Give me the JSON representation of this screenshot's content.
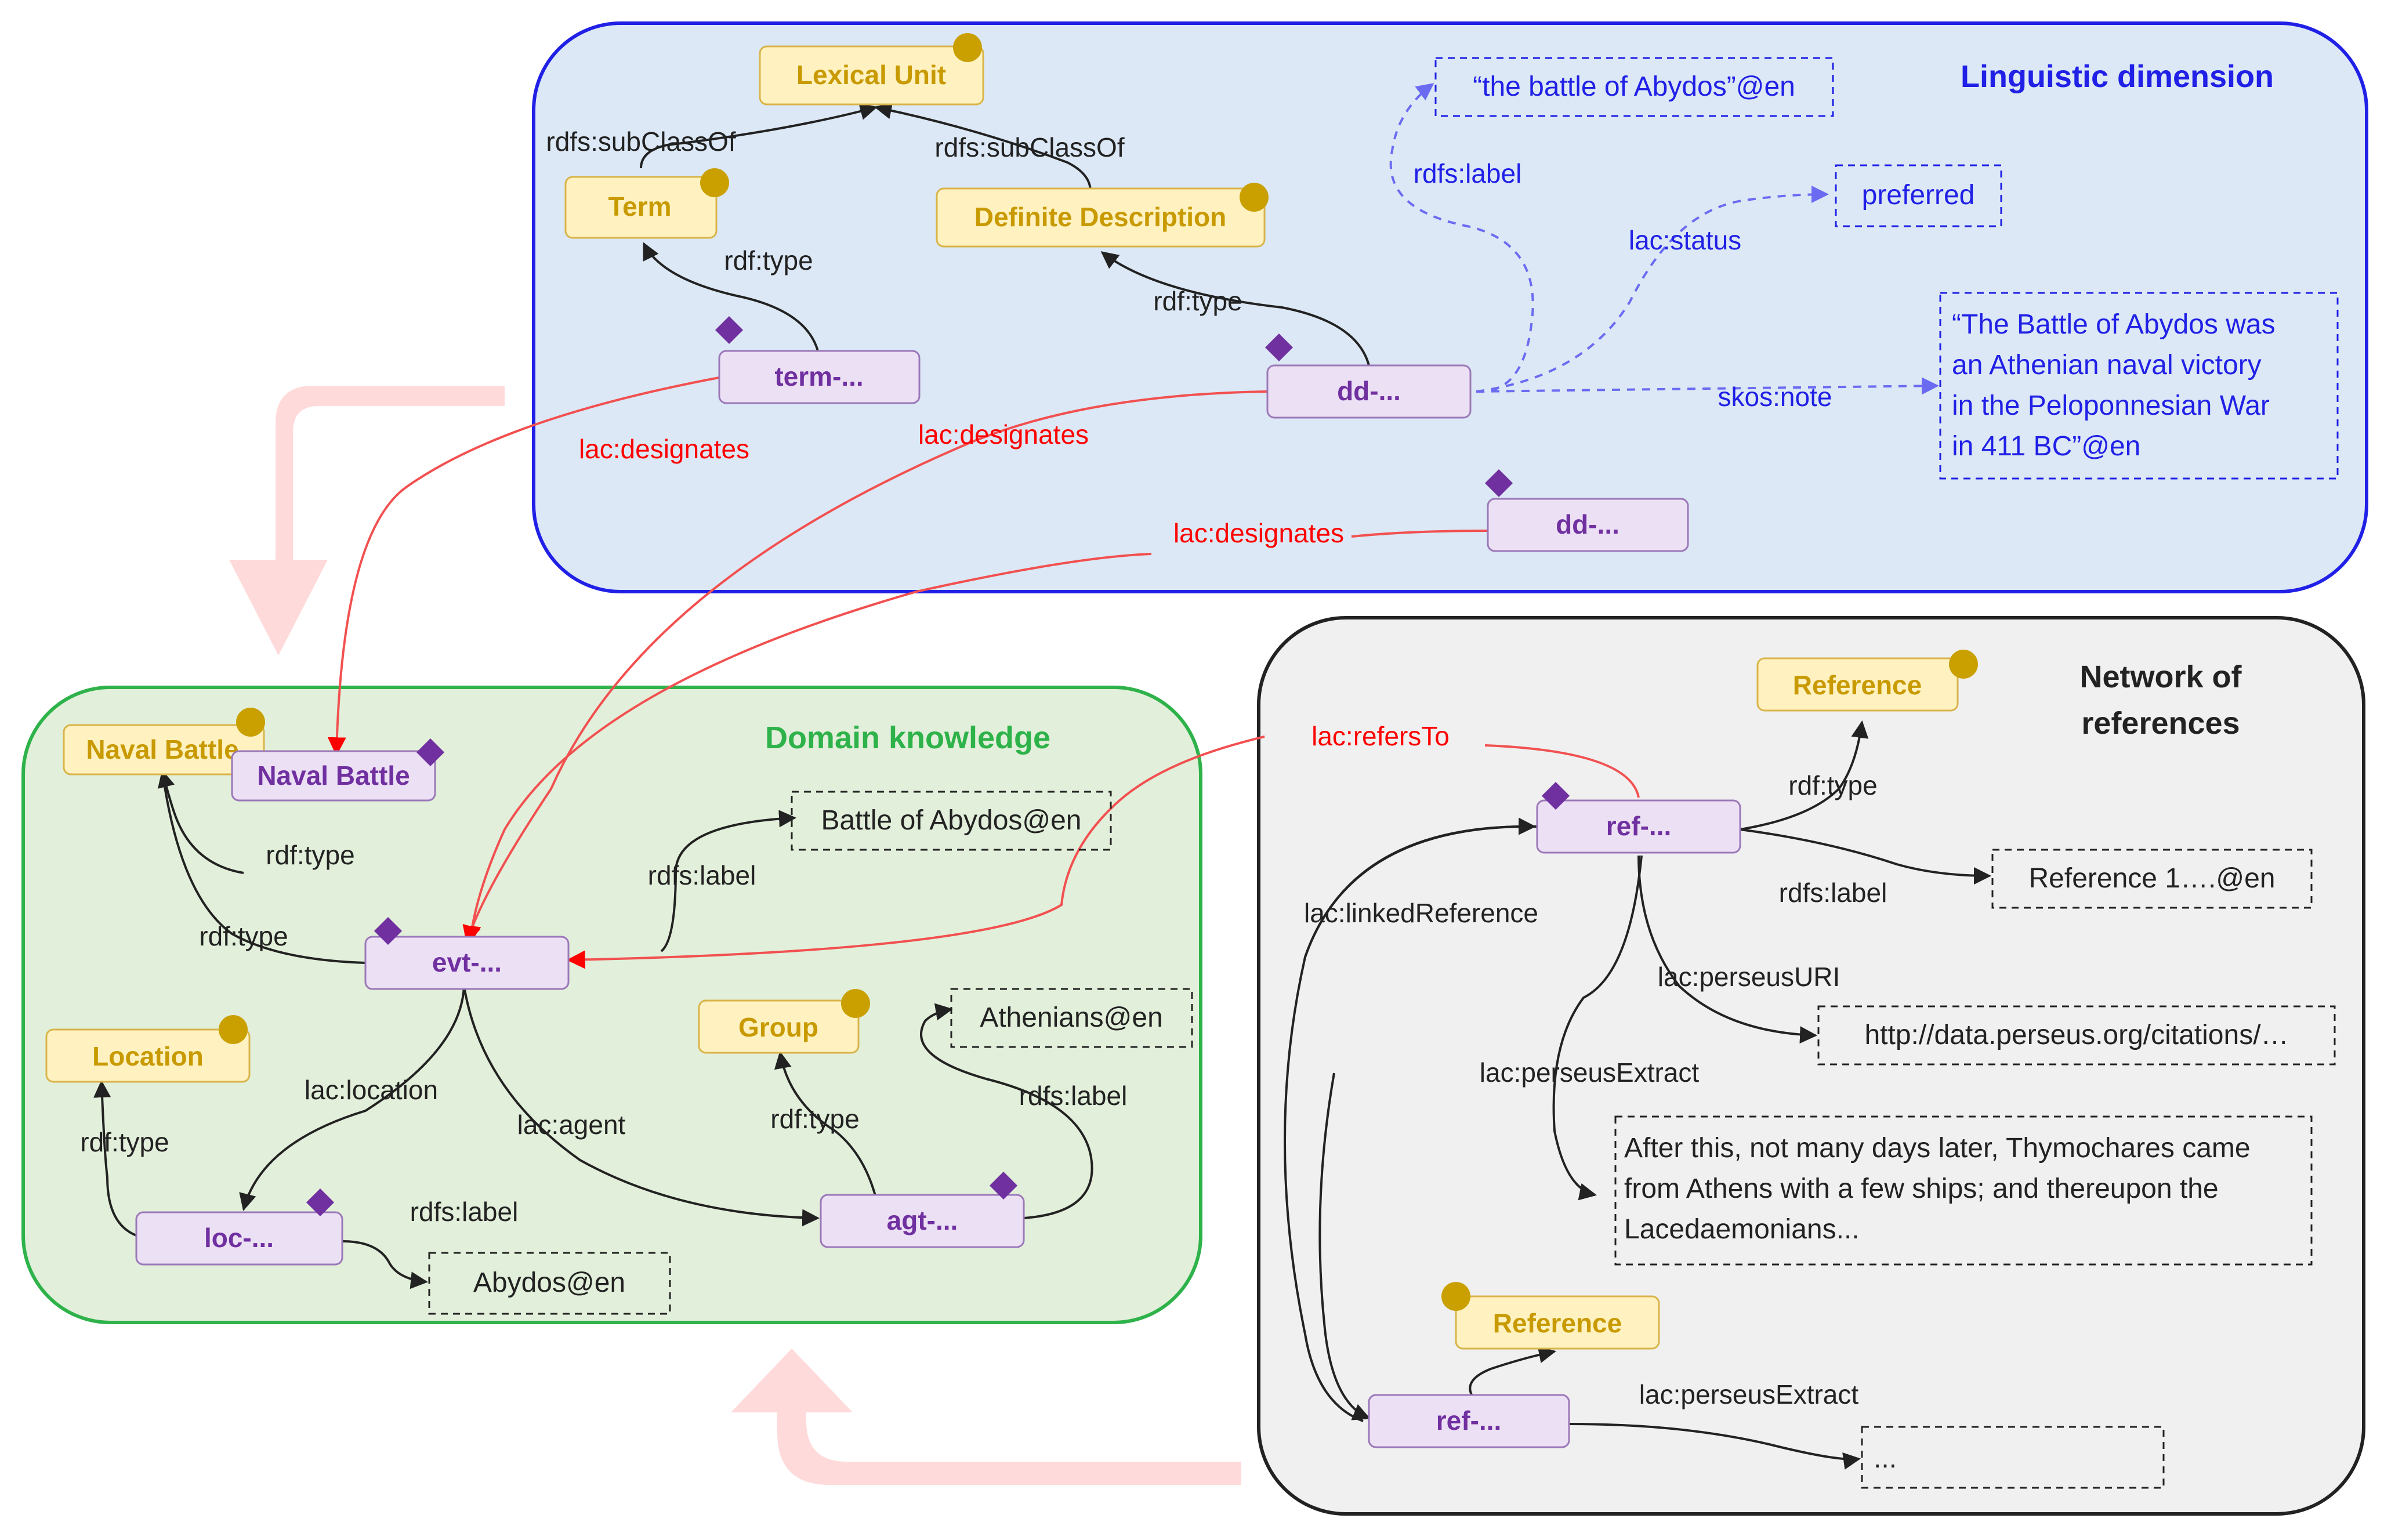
{
  "panels": {
    "linguistic": "Linguistic dimension",
    "domain": "Domain knowledge",
    "network_line1": "Network of",
    "network_line2": "references"
  },
  "classes": {
    "lexical_unit": "Lexical Unit",
    "term": "Term",
    "definite_description": "Definite Description",
    "naval_battle": "Naval Battle",
    "location": "Location",
    "group": "Group",
    "reference_top": "Reference",
    "reference_bottom": "Reference"
  },
  "individuals": {
    "term": "term-...",
    "dd1": "dd-...",
    "dd2": "dd-...",
    "naval_battle": "Naval Battle",
    "evt": "evt-...",
    "loc": "loc-...",
    "agt": "agt-...",
    "ref1": "ref-...",
    "ref2": "ref-..."
  },
  "literals": {
    "battle_label": "“the battle of Abydos”@en",
    "preferred": "preferred",
    "note_line1": "“The Battle of Abydos was",
    "note_line2": "an Athenian naval victory",
    "note_line3": "in the Peloponnesian War",
    "note_line4": "in 411 BC”@en",
    "battle_of_abydos": "Battle of Abydos@en",
    "athenians": "Athenians@en",
    "abydos": "Abydos@en",
    "reference1": "Reference 1….@en",
    "perseus_uri": "http://data.perseus.org/citations/…",
    "extract_line1": "After this, not many days later, Thymochares came",
    "extract_line2": "from Athens with a few ships; and thereupon the",
    "extract_line3": "Lacedaemonians...",
    "ellipsis": "..."
  },
  "edges": {
    "subclass_left": "rdfs:subClassOf",
    "subclass_right": "rdfs:subClassOf",
    "type_term": "rdf:type",
    "type_dd": "rdf:type",
    "rdfs_label_ling": "rdfs:label",
    "lac_status": "lac:status",
    "skos_note": "skos:note",
    "designates1": "lac:designates",
    "designates2": "lac:designates",
    "designates3": "lac:designates",
    "type_naval1": "rdf:type",
    "type_naval2": "rdf:type",
    "label_evt": "rdfs:label",
    "lac_location": "lac:location",
    "lac_agent": "lac:agent",
    "type_location": "rdf:type",
    "type_group": "rdf:type",
    "label_agt": "rdfs:label",
    "label_loc": "rdfs:label",
    "refers_to": "lac:refersTo",
    "type_ref": "rdf:type",
    "label_ref": "rdfs:label",
    "linked_reference": "lac:linkedReference",
    "perseus_uri": "lac:perseusURI",
    "perseus_extract1": "lac:perseusExtract",
    "perseus_extract2": "lac:perseusExtract"
  },
  "colors": {
    "ling_bg": "#dce8f5",
    "ling_border": "#2020e6",
    "domain_bg": "#e2efda",
    "domain_border": "#2eb24a",
    "network_bg": "#f0f0f0",
    "network_border": "#222222",
    "class_fill": "#fff2c0",
    "class_stroke": "#d9b44a",
    "class_text": "#c89a00",
    "class_dot": "#c9a000",
    "ind_fill": "#ece0f5",
    "ind_stroke": "#9b78b8",
    "ind_text": "#7030a0",
    "diamond": "#7030a0",
    "blue": "#2020e6",
    "dashed_blue": "#6b6bf2",
    "red": "#ff0000",
    "red_line": "#f25050",
    "dark": "#222222",
    "title_green": "#2eb24a",
    "arrow_pink": "#ffd6d6"
  }
}
